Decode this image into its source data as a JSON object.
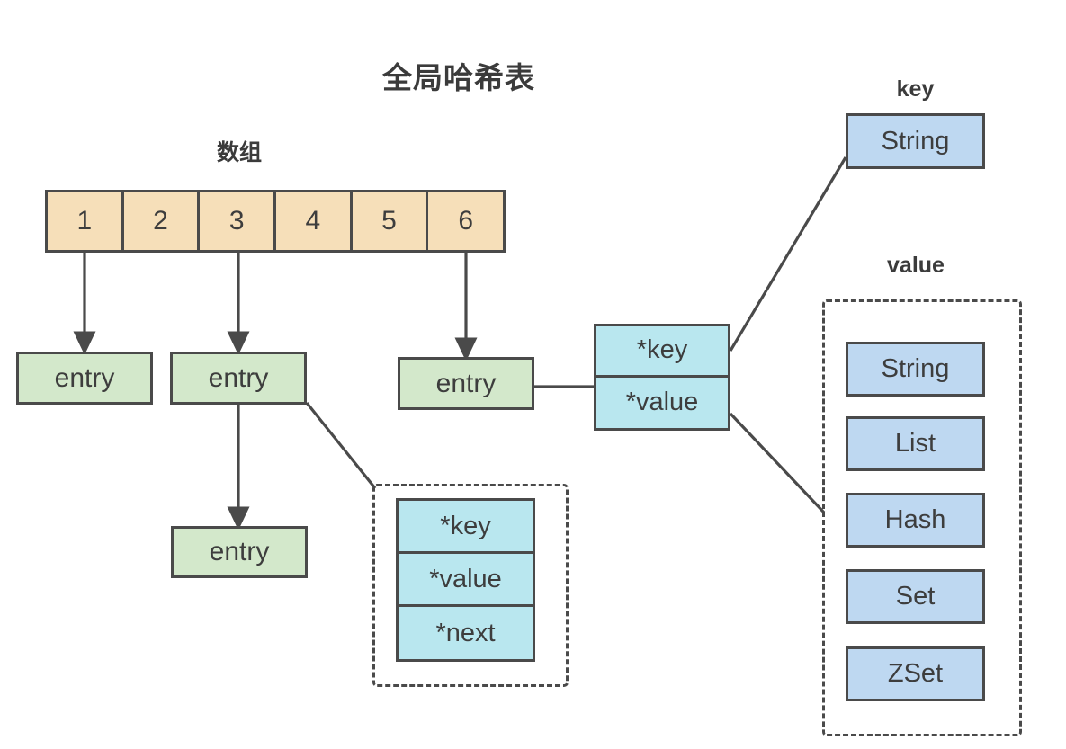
{
  "diagram": {
    "title": "全局哈希表",
    "array_label": "数组",
    "key_label": "key",
    "value_label": "value",
    "array_cells": [
      "1",
      "2",
      "3",
      "4",
      "5",
      "6"
    ],
    "entries": [
      {
        "label": "entry"
      },
      {
        "label": "entry"
      },
      {
        "label": "entry"
      },
      {
        "label": "entry"
      }
    ],
    "dict_entry_fields": [
      "*key",
      "*value",
      "*next"
    ],
    "pair_fields": [
      "*key",
      "*value"
    ],
    "key_types": [
      "String"
    ],
    "value_types": [
      "String",
      "List",
      "Hash",
      "Set",
      "ZSet"
    ],
    "colors": {
      "array_fill": "#F6DFB9",
      "entry_fill": "#D3E8CB",
      "pointer_fill": "#B9E7EF",
      "type_fill": "#BED8F1",
      "stroke": "#4A4A4A",
      "text": "#3D3D3D",
      "background": "#FFFFFF"
    }
  }
}
